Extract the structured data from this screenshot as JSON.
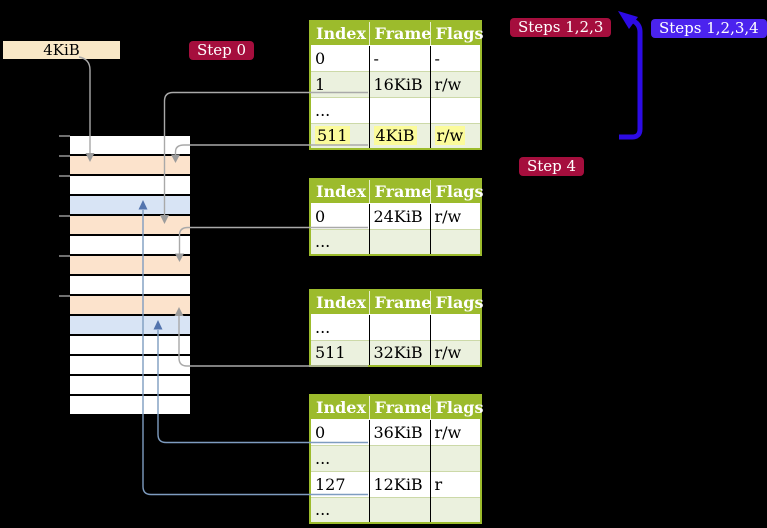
{
  "page_size_box": {
    "label": "4KiB"
  },
  "badges": {
    "step0": {
      "label": "Step 0"
    },
    "steps123": {
      "label": "Steps 1,2,3"
    },
    "steps1234": {
      "label": "Steps 1,2,3,4"
    },
    "step4": {
      "label": "Step 4"
    }
  },
  "memory_column": {
    "rows": [
      "#FFFFFF",
      "#FCE3CC",
      "#FFFFFF",
      "#D8E4F5",
      "#FCE3CC",
      "#FFFFFF",
      "#FCE3CC",
      "#FFFFFF",
      "#FCE3CC",
      "#D8E4F5",
      "#FFFFFF",
      "#FFFFFF",
      "#FFFFFF",
      "#FFFFFF"
    ]
  },
  "tables": [
    {
      "headers": [
        "Index",
        "Frame",
        "Flags"
      ],
      "rows": [
        {
          "cells": [
            "0",
            "-",
            "-"
          ]
        },
        {
          "cells": [
            "1",
            "16KiB",
            "r/w"
          ]
        },
        {
          "cells": [
            "...",
            "",
            ""
          ]
        },
        {
          "cells": [
            "511",
            "4KiB",
            "r/w"
          ],
          "highlighted": true
        }
      ]
    },
    {
      "headers": [
        "Index",
        "Frame",
        "Flags"
      ],
      "rows": [
        {
          "cells": [
            "0",
            "24KiB",
            "r/w"
          ]
        },
        {
          "cells": [
            "...",
            "",
            ""
          ]
        }
      ]
    },
    {
      "headers": [
        "Index",
        "Frame",
        "Flags"
      ],
      "rows": [
        {
          "cells": [
            "...",
            "",
            ""
          ]
        },
        {
          "cells": [
            "511",
            "32KiB",
            "r/w"
          ]
        }
      ]
    },
    {
      "headers": [
        "Index",
        "Frame",
        "Flags"
      ],
      "rows": [
        {
          "cells": [
            "0",
            "36KiB",
            "r/w"
          ]
        },
        {
          "cells": [
            "...",
            "",
            ""
          ]
        },
        {
          "cells": [
            "127",
            "12KiB",
            "r"
          ]
        },
        {
          "cells": [
            "...",
            "",
            ""
          ]
        }
      ]
    }
  ],
  "colors": {
    "background": "#000000",
    "page_box_bg": "#F9E8C7",
    "badge_red_bg": "#A50E3D",
    "badge_blue_bg": "#4B23EE",
    "table_header_bg": "#9CBB2C",
    "table_border": "#9CBB2C",
    "row_alt_bg": "#EBF1DE",
    "highlight_bg": "#FBFB9B",
    "gray_line": "#A9A9A9",
    "gray_arrow": "#9C9C9C",
    "blue_line": "#7E9CC0",
    "blue_arrow_head": "#5374AE",
    "big_arrow": "#2D0BE5",
    "black_line": "#000000",
    "tick": "#8C8C8C"
  }
}
